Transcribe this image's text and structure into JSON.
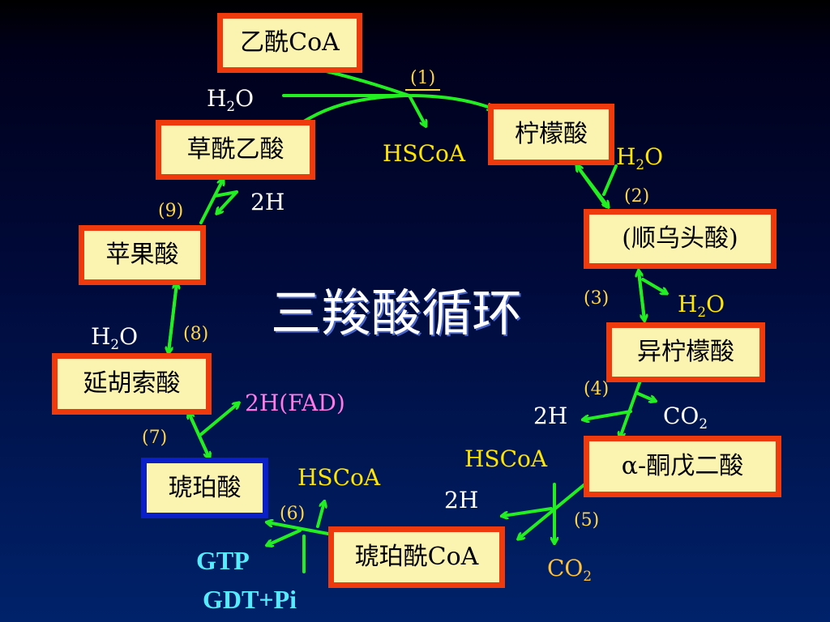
{
  "title": "三羧酸循环",
  "compounds": {
    "acetyl_coa": "乙酰CoA",
    "citrate": "柠檬酸",
    "cis_aconitate": "(顺乌头酸)",
    "isocitrate": "异柠檬酸",
    "alpha_ketoglutarate": "α-酮戊二酸",
    "succinyl_coa": "琥珀酰CoA",
    "succinate": "琥珀酸",
    "fumarate": "延胡索酸",
    "malate": "苹果酸",
    "oxaloacetate": "草酰乙酸"
  },
  "steps": {
    "s1": "(1)",
    "s2": "(2)",
    "s3": "(3)",
    "s4": "(4)",
    "s5": "(5)",
    "s6": "(6)",
    "s7": "(7)",
    "s8": "(8)",
    "s9": "(9)"
  },
  "species": {
    "h2o_1": {
      "main": "H",
      "sub": "2",
      "tail": "O"
    },
    "hscoa_1": "HSCoA",
    "h2o_2": {
      "main": "H",
      "sub": "2",
      "tail": "O"
    },
    "h2o_3": {
      "main": "H",
      "sub": "2",
      "tail": "O"
    },
    "h2_4": "2H",
    "co2_4": {
      "main": "CO",
      "sub": "2"
    },
    "hscoa_5": "HSCoA",
    "h2_5": "2H",
    "co2_5": {
      "main": "CO",
      "sub": "2"
    },
    "hscoa_6": "HSCoA",
    "gtp": "GTP",
    "gdp": "GDT+Pi",
    "h2_fad": "2H(FAD)",
    "h2o_8": {
      "main": "H",
      "sub": "2",
      "tail": "O"
    },
    "h2_9": "2H"
  },
  "colors": {
    "box_fill": "#fbf3b0",
    "box_border": "#ee3a0d",
    "succinate_border": "#0a1fc8",
    "arrow": "#22ee22"
  }
}
